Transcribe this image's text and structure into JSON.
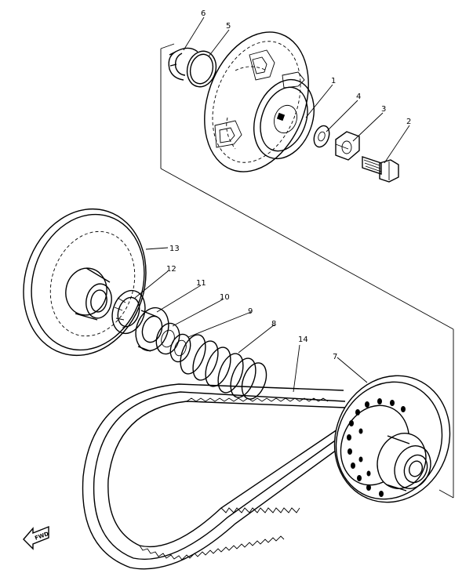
{
  "diagram": {
    "callouts": [
      {
        "id": "1",
        "text": "1"
      },
      {
        "id": "2",
        "text": "2"
      },
      {
        "id": "3",
        "text": "3"
      },
      {
        "id": "4",
        "text": "4"
      },
      {
        "id": "5",
        "text": "5"
      },
      {
        "id": "6",
        "text": "6"
      },
      {
        "id": "7",
        "text": "7"
      },
      {
        "id": "8",
        "text": "8"
      },
      {
        "id": "9",
        "text": "9"
      },
      {
        "id": "10",
        "text": "10"
      },
      {
        "id": "11",
        "text": "11"
      },
      {
        "id": "12",
        "text": "12"
      },
      {
        "id": "13",
        "text": "13"
      },
      {
        "id": "14",
        "text": "14"
      }
    ],
    "front_marker": "FWD"
  }
}
